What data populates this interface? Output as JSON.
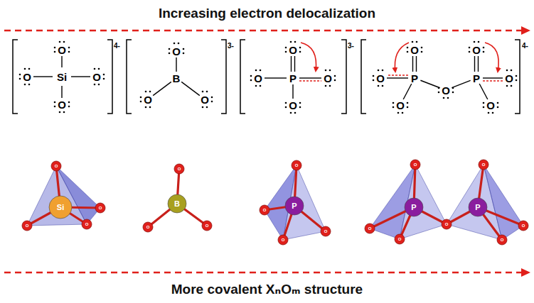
{
  "diagram": {
    "title": "Increasing electron delocalization",
    "caption": "More covalent XₙOₘ structure",
    "labels": [
      "O",
      "O",
      "Si",
      "O",
      "O",
      "4-",
      "O",
      "B",
      "O",
      "O",
      "3-",
      "O",
      "O",
      "P",
      "O",
      "O",
      "3-",
      "O",
      "O",
      "O",
      "P",
      "O",
      "P",
      "O",
      "O",
      "O",
      "4-",
      "Si",
      "O",
      "O",
      "O",
      "O",
      "B",
      "O",
      "O",
      "O",
      "P",
      "O",
      "O",
      "O",
      "O",
      "P",
      "P",
      "O",
      "O",
      "O",
      "O",
      "O",
      "O",
      "O"
    ]
  }
}
